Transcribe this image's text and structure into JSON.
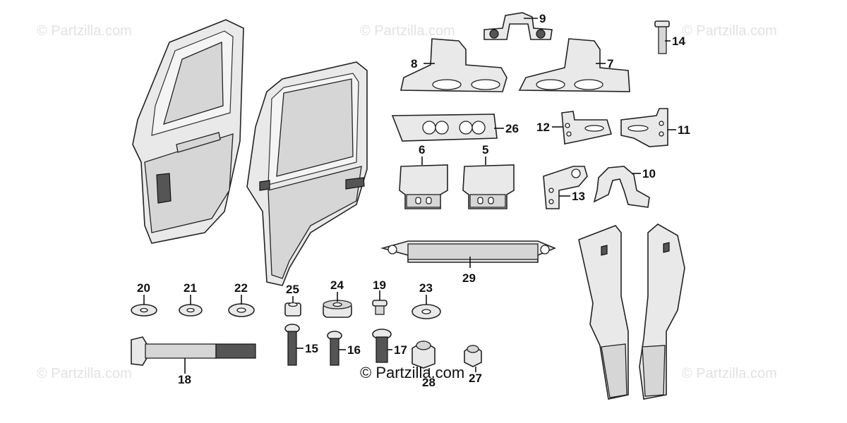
{
  "watermarks": [
    "© Partzilla.com",
    "© Partzilla.com",
    "© Partzilla.com",
    "© Partzilla.com",
    "© Partzilla.com"
  ],
  "copyright": "© Partzilla.com",
  "callouts": {
    "c5": "5",
    "c6": "6",
    "c7": "7",
    "c8": "8",
    "c9": "9",
    "c10": "10",
    "c11": "11",
    "c12": "12",
    "c13": "13",
    "c14": "14",
    "c15": "15",
    "c16": "16",
    "c17": "17",
    "c18": "18",
    "c19": "19",
    "c20": "20",
    "c21": "21",
    "c22": "22",
    "c23": "23",
    "c24": "24",
    "c25": "25",
    "c26": "26",
    "c27": "27",
    "c28": "28",
    "c29": "29"
  }
}
